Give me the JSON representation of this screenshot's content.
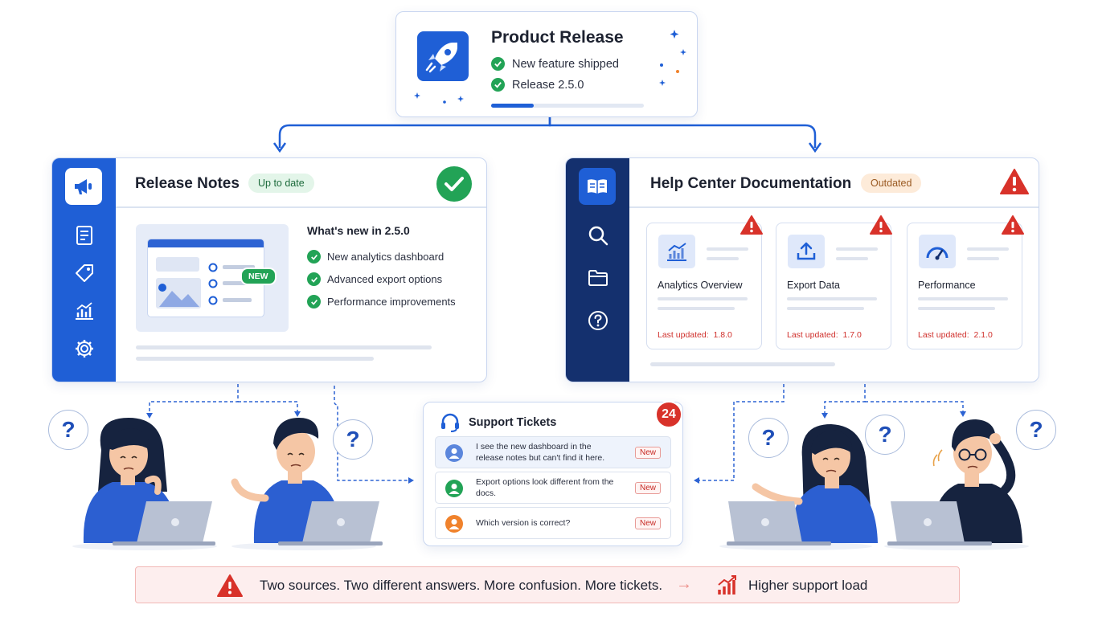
{
  "product_release": {
    "title": "Product Release",
    "items": [
      "New feature shipped",
      "Release 2.5.0"
    ],
    "progress": 0.28
  },
  "release_notes": {
    "title": "Release Notes",
    "badge": "Up to date",
    "new_label": "NEW",
    "whats_new_title": "What's new in 2.5.0",
    "items": [
      "New analytics dashboard",
      "Advanced export options",
      "Performance improvements"
    ]
  },
  "help_center": {
    "title": "Help Center Documentation",
    "badge": "Outdated",
    "docs": [
      {
        "title": "Analytics Overview",
        "updated_label": "Last updated:",
        "version": "1.8.0",
        "icon": "chart-icon"
      },
      {
        "title": "Export Data",
        "updated_label": "Last updated:",
        "version": "1.7.0",
        "icon": "upload-icon"
      },
      {
        "title": "Performance",
        "updated_label": "Last updated:",
        "version": "2.1.0",
        "icon": "gauge-icon"
      }
    ]
  },
  "support_tickets": {
    "title": "Support Tickets",
    "count": "24",
    "tickets": [
      {
        "text": "I see the new dashboard in the release notes but can't find it here.",
        "status": "New",
        "color": "#5b86dc"
      },
      {
        "text": "Export options look different from the docs.",
        "status": "New",
        "color": "#22a356"
      },
      {
        "text": "Which version is correct?",
        "status": "New",
        "color": "#f0822c"
      }
    ]
  },
  "people": {
    "question_mark": "?"
  },
  "footer": {
    "message": "Two sources. Two different answers. More confusion. More tickets.",
    "arrow": "→",
    "result": "Higher support load"
  },
  "colors": {
    "accent_blue": "#1f5fd6",
    "navy": "#14306e",
    "success": "#22a356",
    "danger": "#d8322a"
  }
}
